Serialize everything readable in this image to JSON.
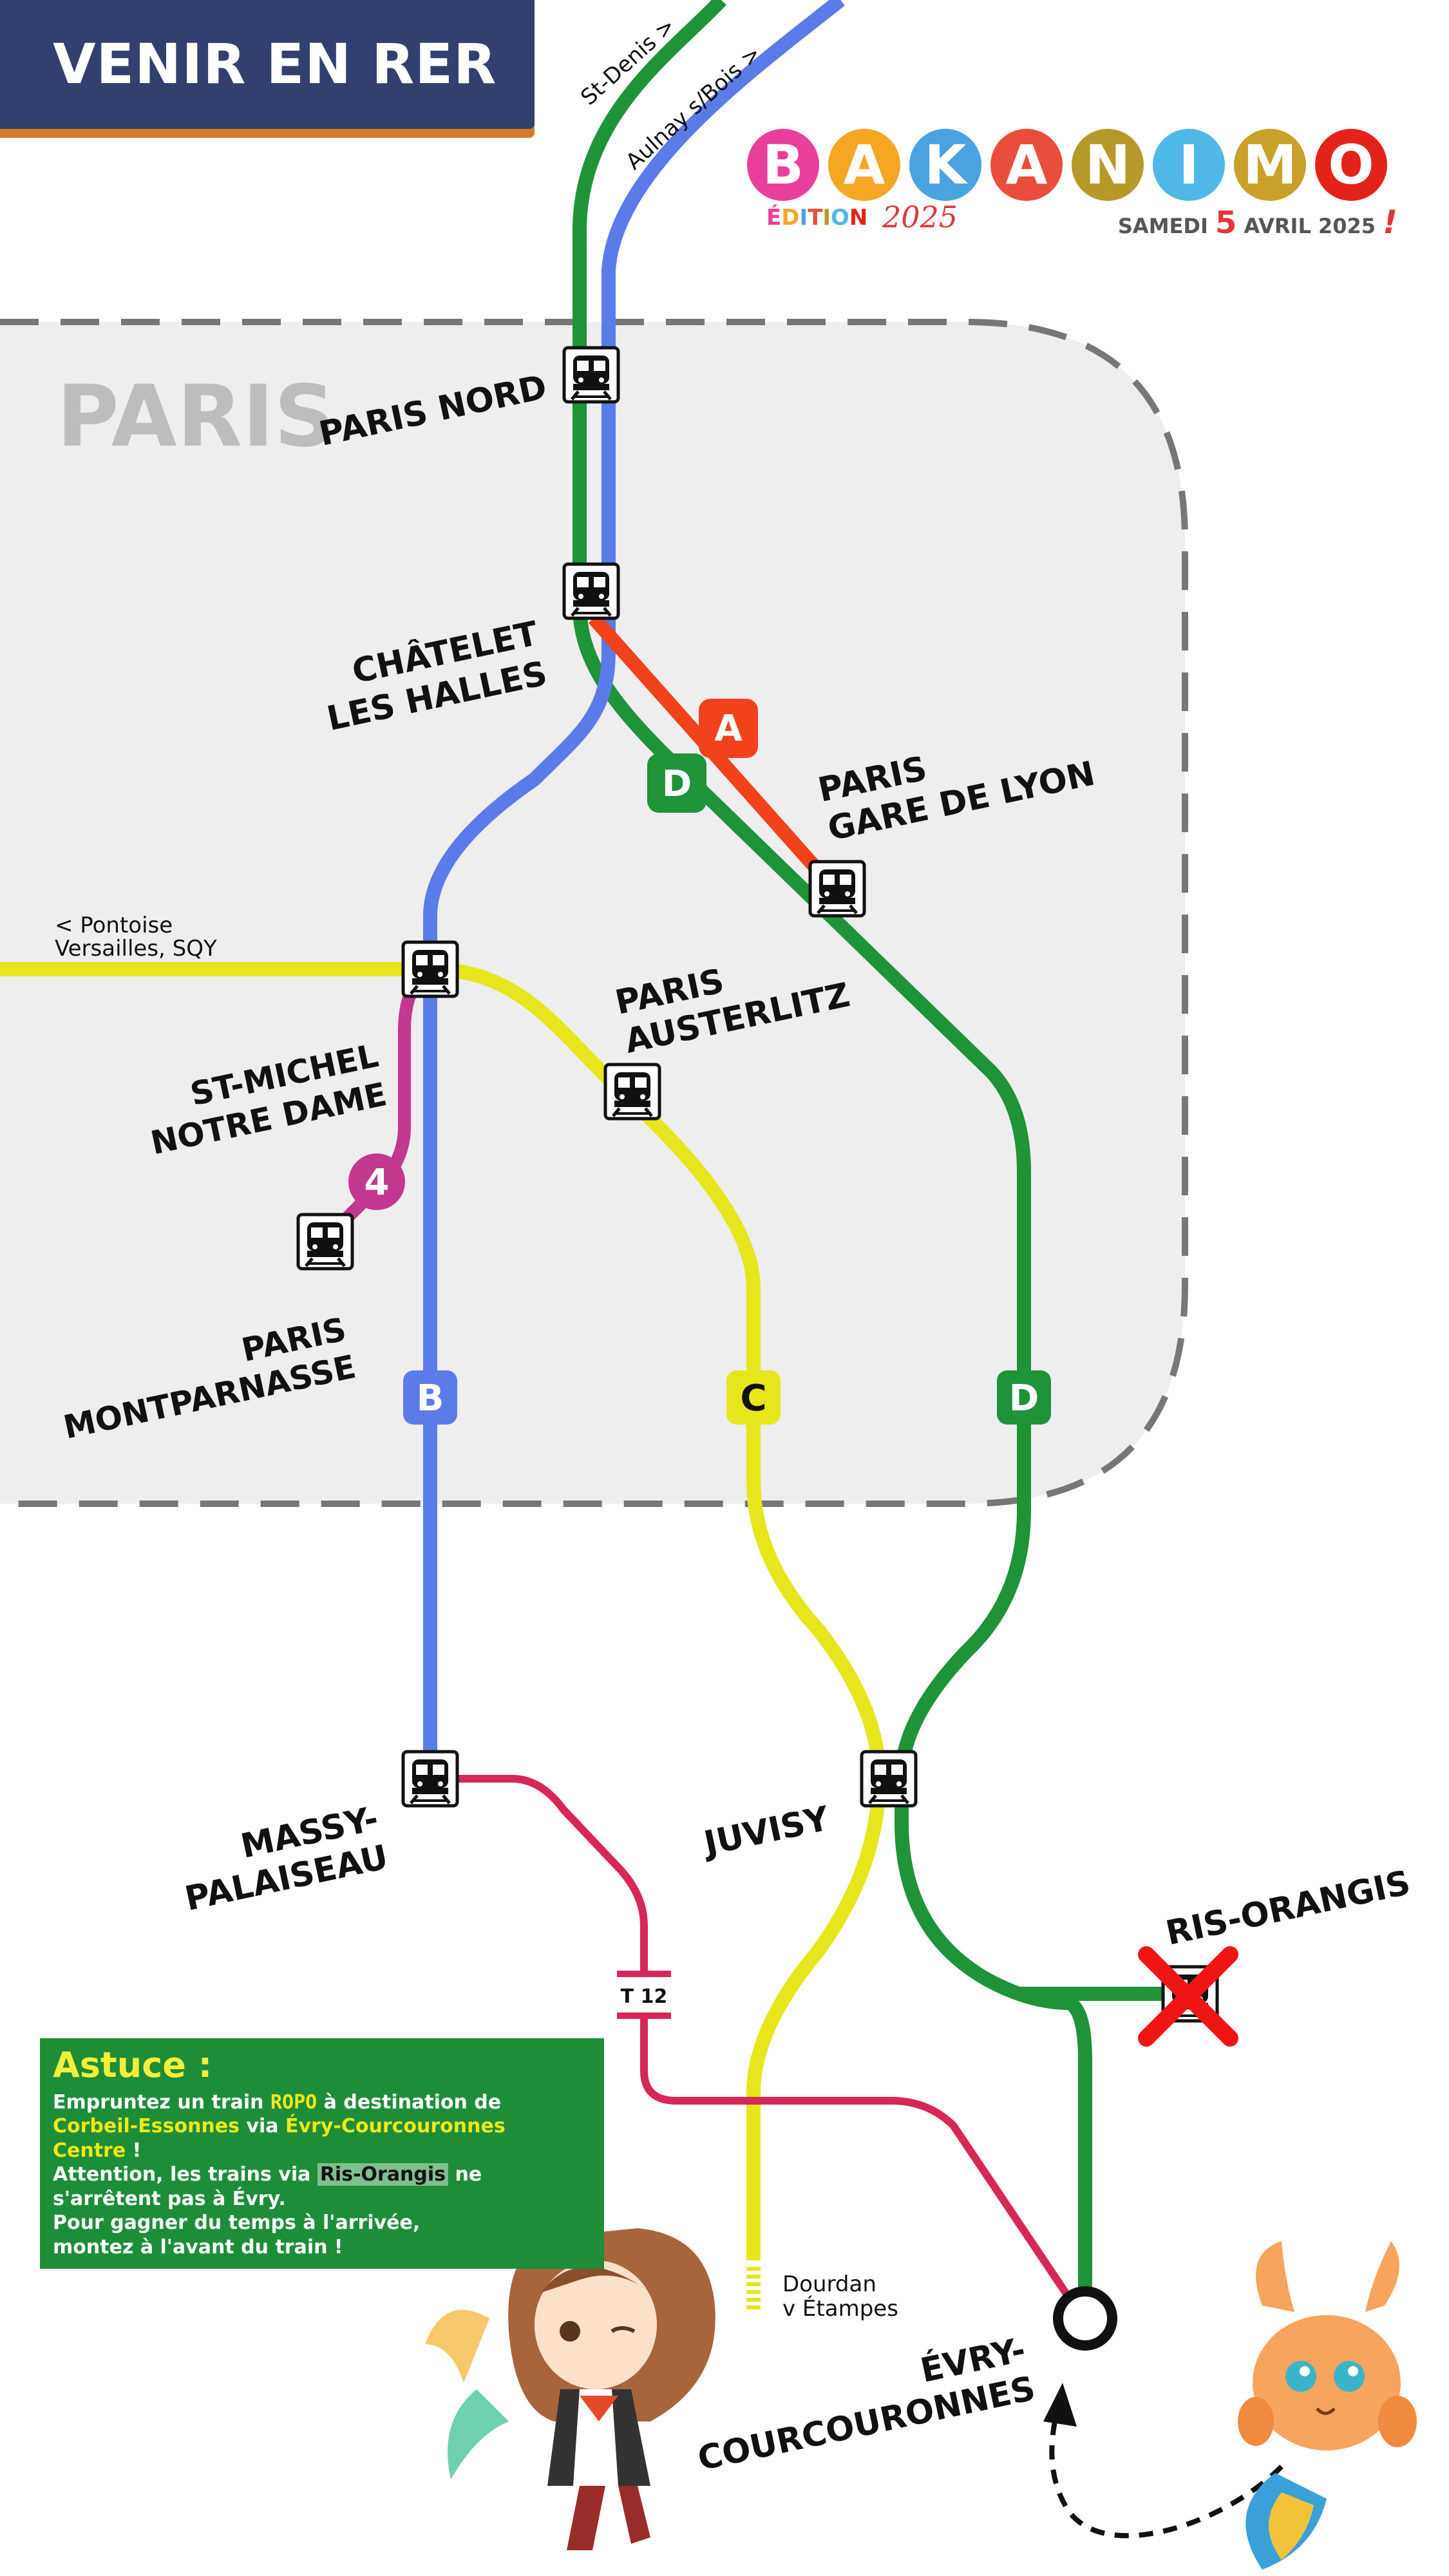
{
  "banner": {
    "title": "VENIR EN RER"
  },
  "logo": {
    "letters": [
      "B",
      "A",
      "K",
      "A",
      "N",
      "I",
      "M",
      "O"
    ],
    "colors": [
      "#e8409a",
      "#f5a623",
      "#4aa3df",
      "#e94e3d",
      "#b59a2a",
      "#4fb8e6",
      "#c9a12a",
      "#e2231a"
    ],
    "edition_label": "ÉDITION",
    "edition_year": "2025",
    "date_prefix": "SAMEDI",
    "date_number": "5",
    "date_suffix": "AVRIL 2025",
    "date_exclamation": "!"
  },
  "zone": {
    "label": "PARIS"
  },
  "branches": {
    "st_denis": "St-Denis >",
    "aulnay": "Aulnay s/Bois >",
    "pontoise_1": "< Pontoise",
    "pontoise_2": "Versailles, SQY",
    "dourdan_1": "Dourdan",
    "dourdan_2": "v Étampes"
  },
  "lines": {
    "A": {
      "label": "A",
      "color": "#f1421c"
    },
    "B": {
      "label": "B",
      "color": "#5b7be8"
    },
    "C": {
      "label": "C",
      "color": "#e6e61c"
    },
    "D": {
      "label": "D",
      "color": "#1e9337"
    },
    "M4": {
      "label": "4",
      "color": "#c2388f"
    },
    "T12": {
      "label": "T 12",
      "color": "#d72757"
    }
  },
  "stations": {
    "paris_nord": "PARIS NORD",
    "chatelet_1": "CHÂTELET",
    "chatelet_2": "LES HALLES",
    "gare_de_lyon_1": "PARIS",
    "gare_de_lyon_2": "GARE DE LYON",
    "st_michel_1": "ST-MICHEL",
    "st_michel_2": "NOTRE DAME",
    "austerlitz_1": "PARIS",
    "austerlitz_2": "AUSTERLITZ",
    "montparnasse_1": "PARIS",
    "montparnasse_2": "MONTPARNASSE",
    "massy_1": "MASSY-",
    "massy_2": "PALAISEAU",
    "juvisy": "JUVISY",
    "ris_orangis": "RIS-ORANGIS",
    "evry_1": "ÉVRY-",
    "evry_2": "COURCOURONNES"
  },
  "tip": {
    "title": "Astuce :",
    "l1a": "Empruntez un train ",
    "l1b": "ROPO",
    "l1c": " à destination de",
    "l2a": "Corbeil-Essonnes",
    "l2b": " via ",
    "l2c": "Évry-Courcouronnes",
    "l3a": "Centre",
    "l3b": " !",
    "l4a": "Attention, les trains via ",
    "l4b": "Ris-Orangis",
    "l4c": " ne",
    "l5": "s'arrêtent pas à Évry.",
    "l6": "Pour gagner du temps à l'arrivée,",
    "l7": "montez à l'avant du train !"
  }
}
